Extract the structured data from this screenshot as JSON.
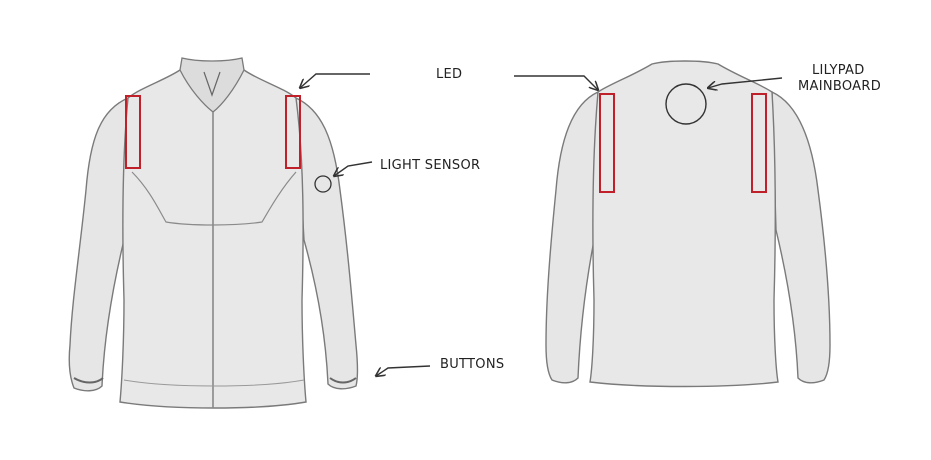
{
  "labels": {
    "led": "LED",
    "lilypad_line1": "LILYPAD",
    "lilypad_line2": "MAINBOARD",
    "light_sensor": "LIGHT SENSOR",
    "buttons": "BUTTONS"
  },
  "colors": {
    "jacket_fill": "#e6e6e6",
    "jacket_stroke": "#7a7a7a",
    "led_strip": "#c0202a",
    "arrow": "#333333"
  }
}
